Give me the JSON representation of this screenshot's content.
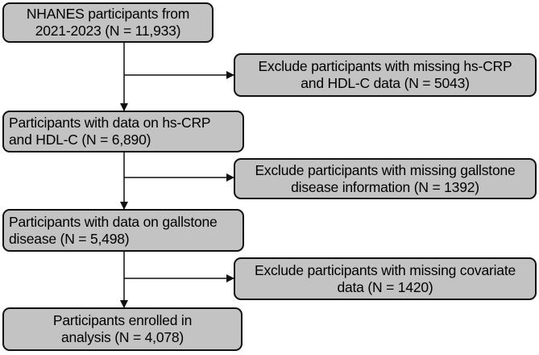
{
  "colors": {
    "box_fill": "#c3c3c3",
    "border": "#111111",
    "arrow": "#111111",
    "text": "#000000"
  },
  "main_steps": [
    {
      "lines": [
        "NHANES participants from",
        "2021-2023 (N = 11,933)"
      ]
    },
    {
      "lines": [
        "Participants with data on hs-CRP",
        "and HDL-C (N = 6,890)"
      ]
    },
    {
      "lines": [
        "Participants with data on gallstone",
        "disease (N = 5,498)"
      ]
    },
    {
      "lines": [
        "Participants enrolled in",
        "analysis (N = 4,078)"
      ]
    }
  ],
  "exclusions": [
    {
      "lines": [
        "Exclude participants with missing hs-CRP",
        "and HDL-C data (N = 5043)"
      ]
    },
    {
      "lines": [
        "Exclude participants with missing gallstone",
        "disease information (N = 1392)"
      ]
    },
    {
      "lines": [
        "Exclude participants with missing covariate",
        "data (N = 1420)"
      ]
    }
  ]
}
